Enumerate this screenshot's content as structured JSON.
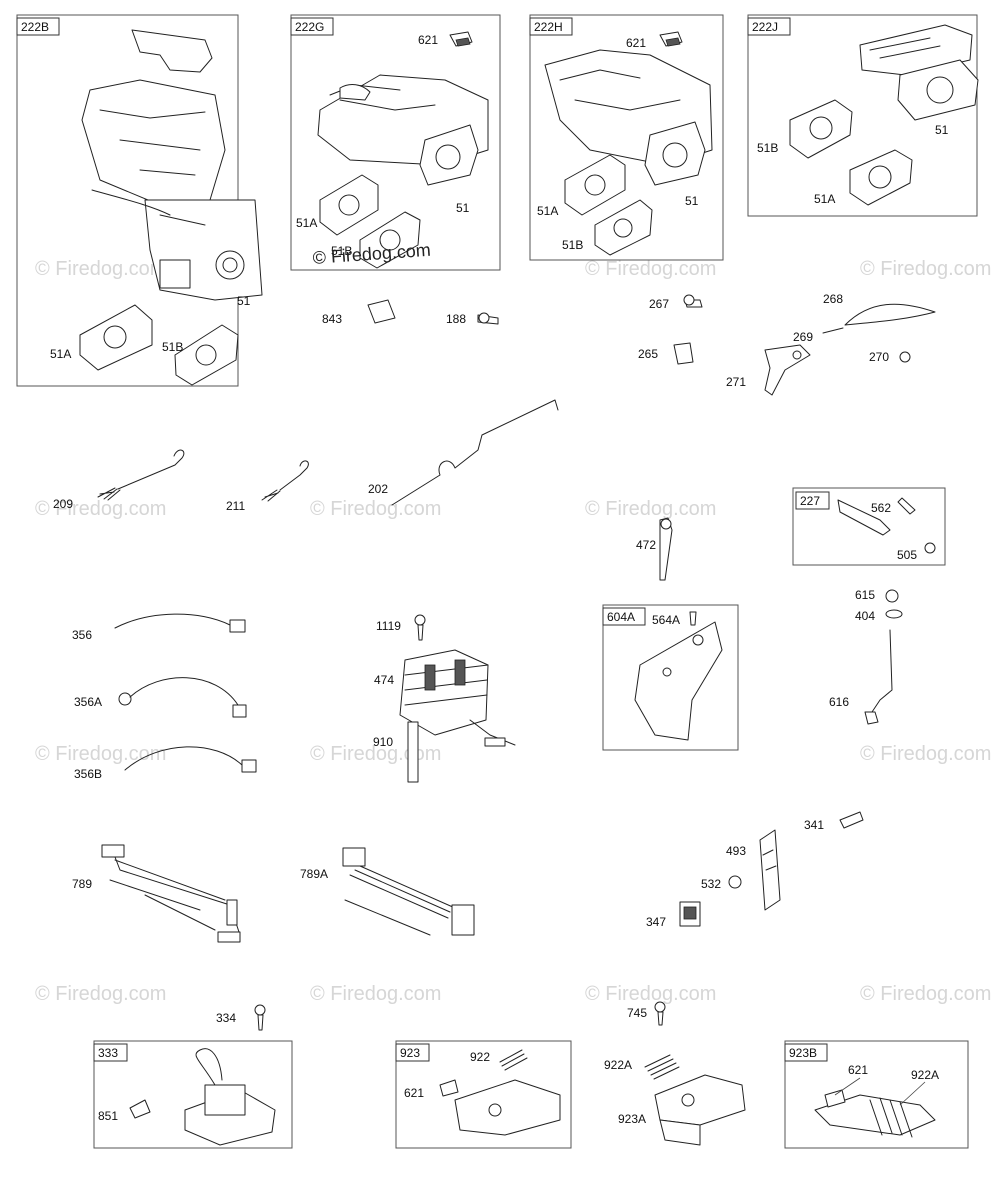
{
  "watermark": "© Firedog.com",
  "copyright": "© Firedog.com",
  "groups": [
    {
      "id": "222B",
      "parts": [
        "51",
        "51A",
        "51B"
      ]
    },
    {
      "id": "222G",
      "parts": [
        "621",
        "51",
        "51A",
        "51B"
      ]
    },
    {
      "id": "222H",
      "parts": [
        "621",
        "51",
        "51A",
        "51B"
      ]
    },
    {
      "id": "222J",
      "parts": [
        "51",
        "51B",
        "51A"
      ]
    },
    {
      "id": "227",
      "parts": [
        "562",
        "505"
      ]
    },
    {
      "id": "604A",
      "parts": [
        "564A"
      ]
    },
    {
      "id": "333",
      "parts": [
        "851"
      ]
    },
    {
      "id": "923",
      "parts": [
        "922",
        "621"
      ]
    },
    {
      "id": "923B",
      "parts": [
        "621",
        "922A"
      ]
    }
  ],
  "parts": {
    "p843": "843",
    "p188": "188",
    "p267": "267",
    "p265": "265",
    "p268": "268",
    "p269": "269",
    "p270": "270",
    "p271": "271",
    "p209": "209",
    "p211": "211",
    "p202": "202",
    "p472": "472",
    "p356": "356",
    "p356A": "356A",
    "p356B": "356B",
    "p1119": "1119",
    "p474": "474",
    "p910": "910",
    "p615": "615",
    "p404": "404",
    "p616": "616",
    "p789": "789",
    "p789A": "789A",
    "p341": "341",
    "p493": "493",
    "p532": "532",
    "p347": "347",
    "p334": "334",
    "p745": "745",
    "p922A": "922A",
    "p923A": "923A"
  }
}
